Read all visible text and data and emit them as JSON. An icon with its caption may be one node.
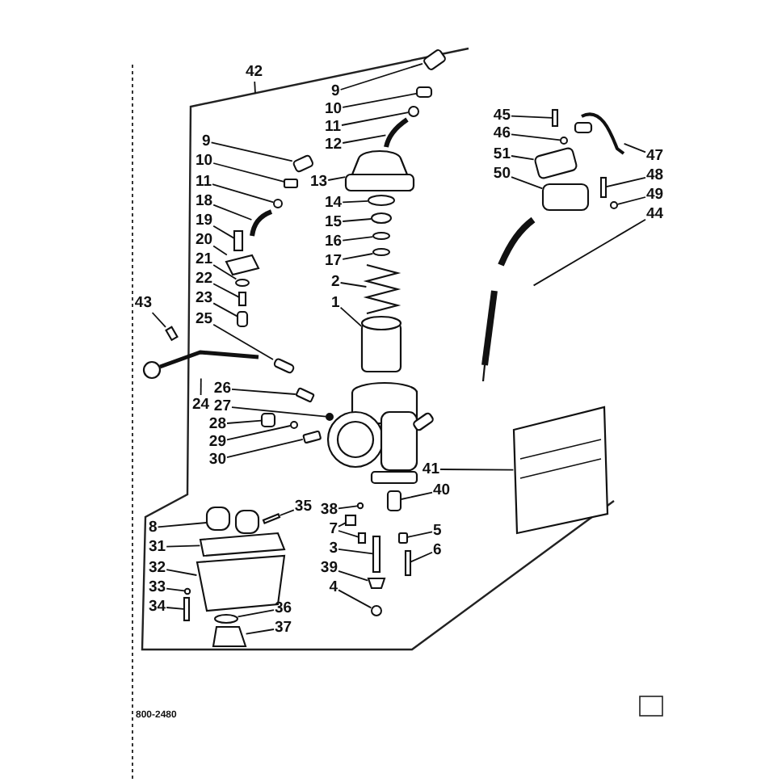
{
  "diagram": {
    "nodes": [
      {
        "text": [
          "42"
        ]
      },
      {
        "text": [
          "9"
        ]
      },
      {
        "text": [
          "10"
        ]
      },
      {
        "text": [
          "11"
        ]
      },
      {
        "text": [
          "12"
        ]
      },
      {
        "text": [
          "13"
        ]
      },
      {
        "text": [
          "14"
        ]
      },
      {
        "text": [
          "15"
        ]
      },
      {
        "text": [
          "16"
        ]
      },
      {
        "text": [
          "17"
        ]
      },
      {
        "text": [
          "2"
        ]
      },
      {
        "text": [
          "1"
        ]
      },
      {
        "text": [
          "9"
        ]
      },
      {
        "text": [
          "10"
        ]
      },
      {
        "text": [
          "11"
        ]
      },
      {
        "text": [
          "18"
        ]
      },
      {
        "text": [
          "19"
        ]
      },
      {
        "text": [
          "20"
        ]
      },
      {
        "text": [
          "21"
        ]
      },
      {
        "text": [
          "22"
        ]
      },
      {
        "text": [
          "23"
        ]
      },
      {
        "text": [
          "25"
        ]
      },
      {
        "text": [
          "43"
        ]
      },
      {
        "text": [
          "24"
        ]
      },
      {
        "text": [
          "26"
        ]
      },
      {
        "text": [
          "27"
        ]
      },
      {
        "text": [
          "28"
        ]
      },
      {
        "text": [
          "29"
        ]
      },
      {
        "text": [
          "30"
        ]
      },
      {
        "text": [
          "45"
        ]
      },
      {
        "text": [
          "46"
        ]
      },
      {
        "text": [
          "51"
        ]
      },
      {
        "text": [
          "50"
        ]
      },
      {
        "text": [
          "47"
        ]
      },
      {
        "text": [
          "48"
        ]
      },
      {
        "text": [
          "49"
        ]
      },
      {
        "text": [
          "44"
        ]
      },
      {
        "text": [
          "41"
        ]
      },
      {
        "text": [
          "40"
        ]
      },
      {
        "text": [
          "8"
        ]
      },
      {
        "text": [
          "35"
        ]
      },
      {
        "text": [
          "38"
        ]
      },
      {
        "text": [
          "5"
        ]
      },
      {
        "text": [
          "7"
        ]
      },
      {
        "text": [
          "6"
        ]
      },
      {
        "text": [
          "31"
        ]
      },
      {
        "text": [
          "3"
        ]
      },
      {
        "text": [
          "32"
        ]
      },
      {
        "text": [
          "39"
        ]
      },
      {
        "text": [
          "33"
        ]
      },
      {
        "text": [
          "4"
        ]
      },
      {
        "text": [
          "34"
        ]
      },
      {
        "text": [
          "36"
        ]
      },
      {
        "text": [
          "37"
        ]
      },
      {
        "text": [],
        "shape": "box"
      },
      {
        "text": [],
        "shape": "box"
      },
      {
        "text": [],
        "shape": "circle"
      },
      {
        "text": [],
        "shape": "picture"
      },
      {
        "text": [],
        "shape": "picture"
      },
      {
        "text": [],
        "shape": "circle"
      },
      {
        "text": [],
        "shape": "circle"
      },
      {
        "text": [],
        "shape": "circle"
      },
      {
        "text": [],
        "shape": "circle"
      },
      {
        "text": [],
        "shape": "picture"
      },
      {
        "text": [],
        "shape": "cylinder"
      },
      {
        "text": [],
        "shape": "box"
      },
      {
        "text": [],
        "shape": "box"
      },
      {
        "text": [],
        "shape": "circle"
      },
      {
        "text": [],
        "shape": "picture"
      },
      {
        "text": [],
        "shape": "box"
      },
      {
        "text": [],
        "shape": "box"
      },
      {
        "text": [],
        "shape": "circle"
      },
      {
        "text": [],
        "shape": "box"
      },
      {
        "text": [],
        "shape": "box"
      },
      {
        "text": [],
        "shape": "box"
      },
      {
        "text": [],
        "shape": "box"
      },
      {
        "text": [],
        "shape": "picture"
      },
      {
        "text": [],
        "shape": "box"
      },
      {
        "text": [],
        "shape": "circle"
      },
      {
        "text": [],
        "shape": "box"
      },
      {
        "text": [],
        "shape": "circle"
      },
      {
        "text": [],
        "shape": "box"
      },
      {
        "text": [],
        "shape": "box"
      },
      {
        "text": [],
        "shape": "circle"
      },
      {
        "text": [],
        "shape": "box"
      },
      {
        "text": [],
        "shape": "box"
      },
      {
        "text": [],
        "shape": "picture"
      },
      {
        "text": [],
        "shape": "box"
      },
      {
        "text": [],
        "shape": "circle"
      },
      {
        "text": [],
        "shape": "picture"
      },
      {
        "text": [],
        "shape": "picture"
      },
      {
        "text": [],
        "shape": "box"
      },
      {
        "text": [],
        "shape": "box"
      },
      {
        "text": [],
        "shape": "box"
      },
      {
        "text": [],
        "shape": "circle"
      },
      {
        "text": [],
        "shape": "box"
      },
      {
        "text": [],
        "shape": "box"
      },
      {
        "text": [],
        "shape": "box"
      },
      {
        "text": [],
        "shape": "box"
      },
      {
        "text": [],
        "shape": "box"
      },
      {
        "text": [],
        "shape": "box"
      },
      {
        "text": [],
        "shape": "box"
      },
      {
        "text": [],
        "shape": "circle"
      },
      {
        "text": [],
        "shape": "circle"
      },
      {
        "text": [],
        "shape": "box"
      },
      {
        "text": [],
        "shape": "circle"
      },
      {
        "text": [],
        "shape": "box"
      },
      {
        "text": [],
        "shape": "box"
      }
    ],
    "edges": [
      {
        "from": 0,
        "to": null,
        "arrow": "none"
      },
      {
        "from": 1,
        "to": 54,
        "arrow": "none"
      },
      {
        "from": 2,
        "to": 55,
        "arrow": "none"
      },
      {
        "from": 3,
        "to": 56,
        "arrow": "none"
      },
      {
        "from": 4,
        "to": 57,
        "arrow": "none"
      },
      {
        "from": 5,
        "to": 58,
        "arrow": "none"
      },
      {
        "from": 6,
        "to": 59,
        "arrow": "none"
      },
      {
        "from": 7,
        "to": 60,
        "arrow": "none"
      },
      {
        "from": 8,
        "to": 61,
        "arrow": "none"
      },
      {
        "from": 9,
        "to": 62,
        "arrow": "none"
      },
      {
        "from": 10,
        "to": 63,
        "arrow": "none"
      },
      {
        "from": 11,
        "to": 64,
        "arrow": "none"
      },
      {
        "from": 12,
        "to": 65,
        "arrow": "none"
      },
      {
        "from": 13,
        "to": 66,
        "arrow": "none"
      },
      {
        "from": 14,
        "to": 67,
        "arrow": "none"
      },
      {
        "from": 15,
        "to": 68,
        "arrow": "none"
      },
      {
        "from": 16,
        "to": 69,
        "arrow": "none"
      },
      {
        "from": 17,
        "to": 70,
        "arrow": "none"
      },
      {
        "from": 18,
        "to": 71,
        "arrow": "none"
      },
      {
        "from": 19,
        "to": 72,
        "arrow": "none"
      },
      {
        "from": 20,
        "to": 73,
        "arrow": "none"
      },
      {
        "from": 21,
        "to": 74,
        "arrow": "none"
      },
      {
        "from": 22,
        "to": 75,
        "arrow": "none"
      },
      {
        "from": 23,
        "to": 76,
        "arrow": "none"
      },
      {
        "from": 24,
        "to": 77,
        "arrow": "none"
      },
      {
        "from": 25,
        "to": 78,
        "arrow": "none"
      },
      {
        "from": 26,
        "to": 79,
        "arrow": "none"
      },
      {
        "from": 27,
        "to": 80,
        "arrow": "none"
      },
      {
        "from": 28,
        "to": 81,
        "arrow": "none"
      },
      {
        "from": 29,
        "to": 82,
        "arrow": "none"
      },
      {
        "from": 30,
        "to": 83,
        "arrow": "none"
      },
      {
        "from": 31,
        "to": 84,
        "arrow": "none"
      },
      {
        "from": 32,
        "to": 85,
        "arrow": "none"
      },
      {
        "from": 33,
        "to": 86,
        "arrow": "none"
      },
      {
        "from": 34,
        "to": 87,
        "arrow": "none"
      },
      {
        "from": 35,
        "to": 88,
        "arrow": "none"
      },
      {
        "from": 36,
        "to": 89,
        "arrow": "none"
      },
      {
        "from": 37,
        "to": 90,
        "arrow": "none"
      },
      {
        "from": 38,
        "to": 91,
        "arrow": "none"
      },
      {
        "from": 39,
        "to": 92,
        "arrow": "none"
      },
      {
        "from": 40,
        "to": 93,
        "arrow": "none"
      },
      {
        "from": 41,
        "to": 94,
        "arrow": "none"
      },
      {
        "from": 42,
        "to": 95,
        "arrow": "none"
      },
      {
        "from": 43,
        "to": 96,
        "arrow": "none"
      },
      {
        "from": 44,
        "to": 97,
        "arrow": "none"
      },
      {
        "from": 45,
        "to": 98,
        "arrow": "none"
      },
      {
        "from": 46,
        "to": 99,
        "arrow": "none"
      },
      {
        "from": 47,
        "to": 100,
        "arrow": "none"
      },
      {
        "from": 48,
        "to": 101,
        "arrow": "none"
      },
      {
        "from": 49,
        "to": 102,
        "arrow": "none"
      },
      {
        "from": 50,
        "to": 103,
        "arrow": "none"
      },
      {
        "from": 51,
        "to": 104,
        "arrow": "none"
      },
      {
        "from": 52,
        "to": 105,
        "arrow": "none"
      },
      {
        "from": 53,
        "to": 106,
        "arrow": "none"
      },
      {
        "from": 43,
        "to": 107,
        "arrow": "none"
      }
    ],
    "labels": [
      "800-2480"
    ]
  }
}
